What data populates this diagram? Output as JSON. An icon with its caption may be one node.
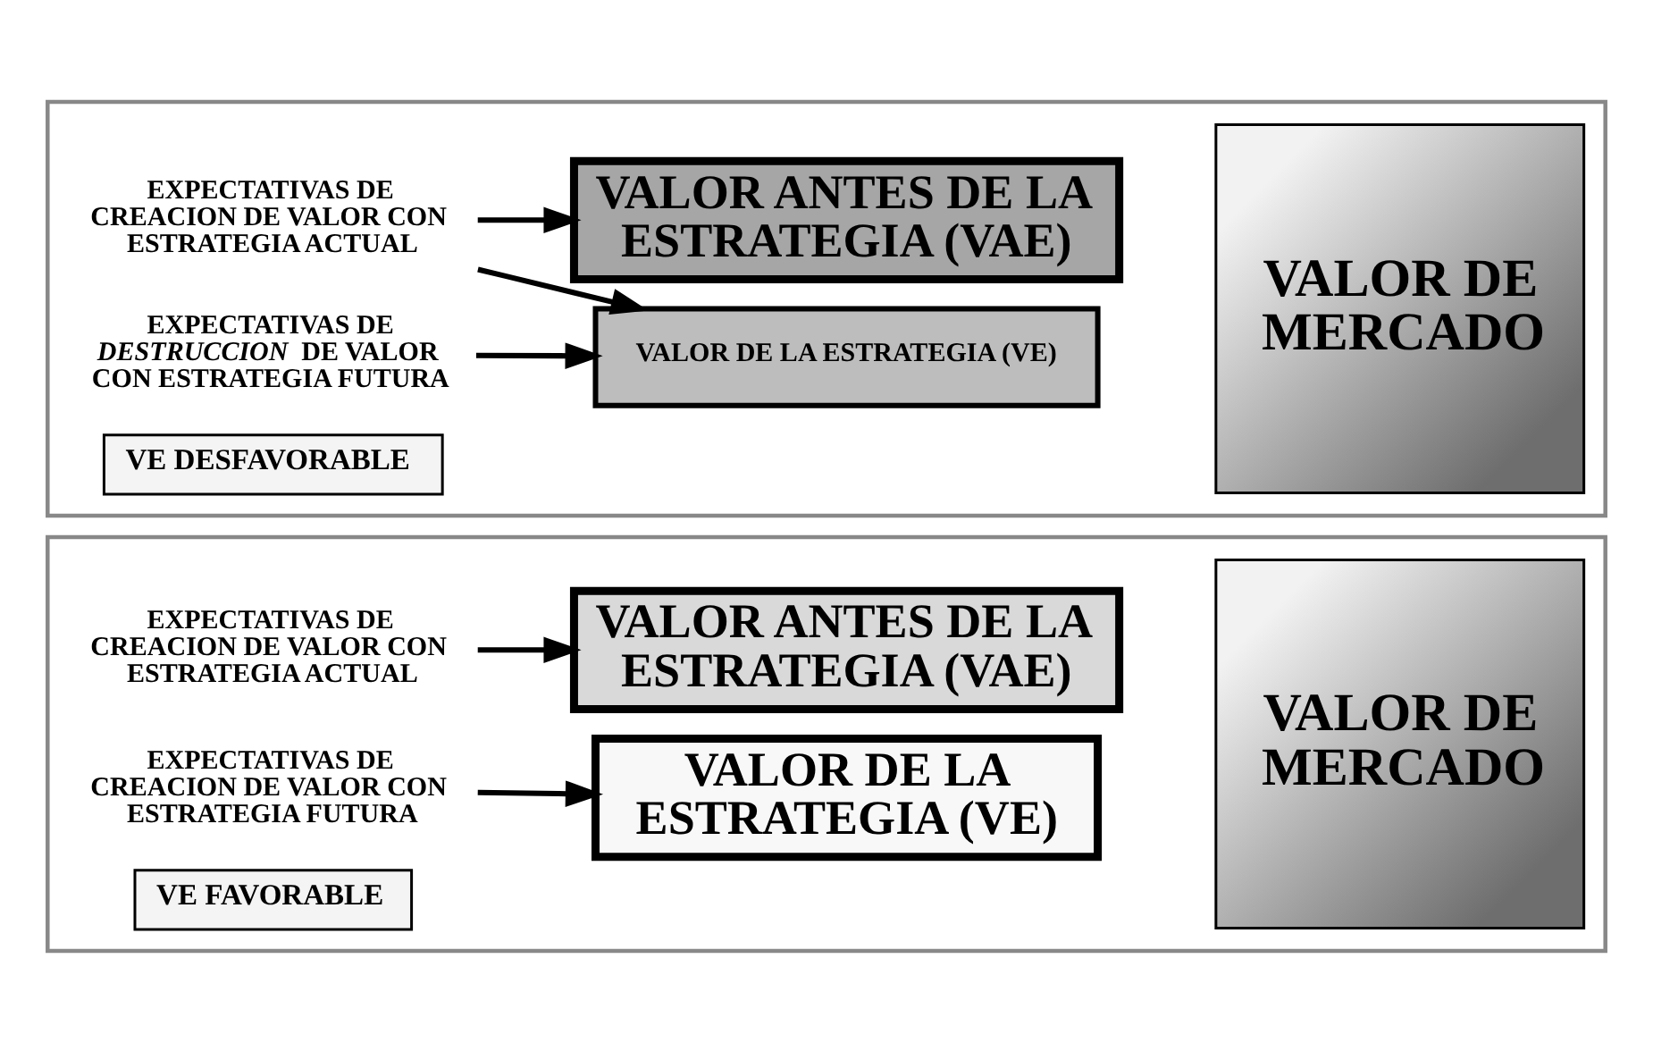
{
  "diagram": {
    "nodes": [
      {
        "text": [],
        "shape": "box"
      },
      {
        "text": [
          "EXPECTATIVAS DE CREACION DE VALOR CON ESTRATEGIA ACTUAL"
        ],
        "in": 0
      },
      {
        "text": [
          "VALOR ANTES DE LA ESTRATEGIA (VAE)"
        ],
        "in": 0
      },
      {
        "text": [
          "VALOR DE MERCADO"
        ],
        "in": 0
      },
      {
        "text": [
          "EXPECTATIVAS DE CREACION DE VALOR CON ESTRATEGIA FUTURA"
        ],
        "in": 0
      },
      {
        "text": [
          "VALOR DE LA ESTRATEGIA (VE)"
        ],
        "in": 0
      },
      {
        "text": [
          "VE FAVORABLE"
        ],
        "in": 0
      },
      {
        "text": [],
        "shape": "box"
      },
      {
        "text": [
          "EXPECTATIVAS DE CREACION DE VALOR CON ESTRATEGIA ACTUAL"
        ],
        "in": 7
      },
      {
        "text": [
          "VALOR ANTES DE LA ESTRATEGIA (VAE)"
        ],
        "in": 7
      },
      {
        "text": [
          "VALOR DE MERCADO"
        ],
        "in": 7
      },
      {
        "text": [
          "EXPECTATIVAS DE *DESTRUCCION* DE VALOR CON ESTRATEGIA FUTURA"
        ],
        "in": 7
      },
      {
        "text": [
          "VALOR DE LA ESTRATEGIA (VE)"
        ],
        "in": 7
      },
      {
        "text": [
          "VE DESFAVORABLE"
        ],
        "in": 7
      }
    ],
    "edges": [
      {
        "from": 1,
        "to": 2,
        "arrow": "to"
      },
      {
        "from": 4,
        "to": 5,
        "arrow": "to"
      },
      {
        "from": 8,
        "to": 9,
        "arrow": "to"
      },
      {
        "from": 11,
        "to": 12,
        "arrow": "to"
      },
      {
        "from": 8,
        "to": 12,
        "arrow": "to"
      }
    ]
  }
}
